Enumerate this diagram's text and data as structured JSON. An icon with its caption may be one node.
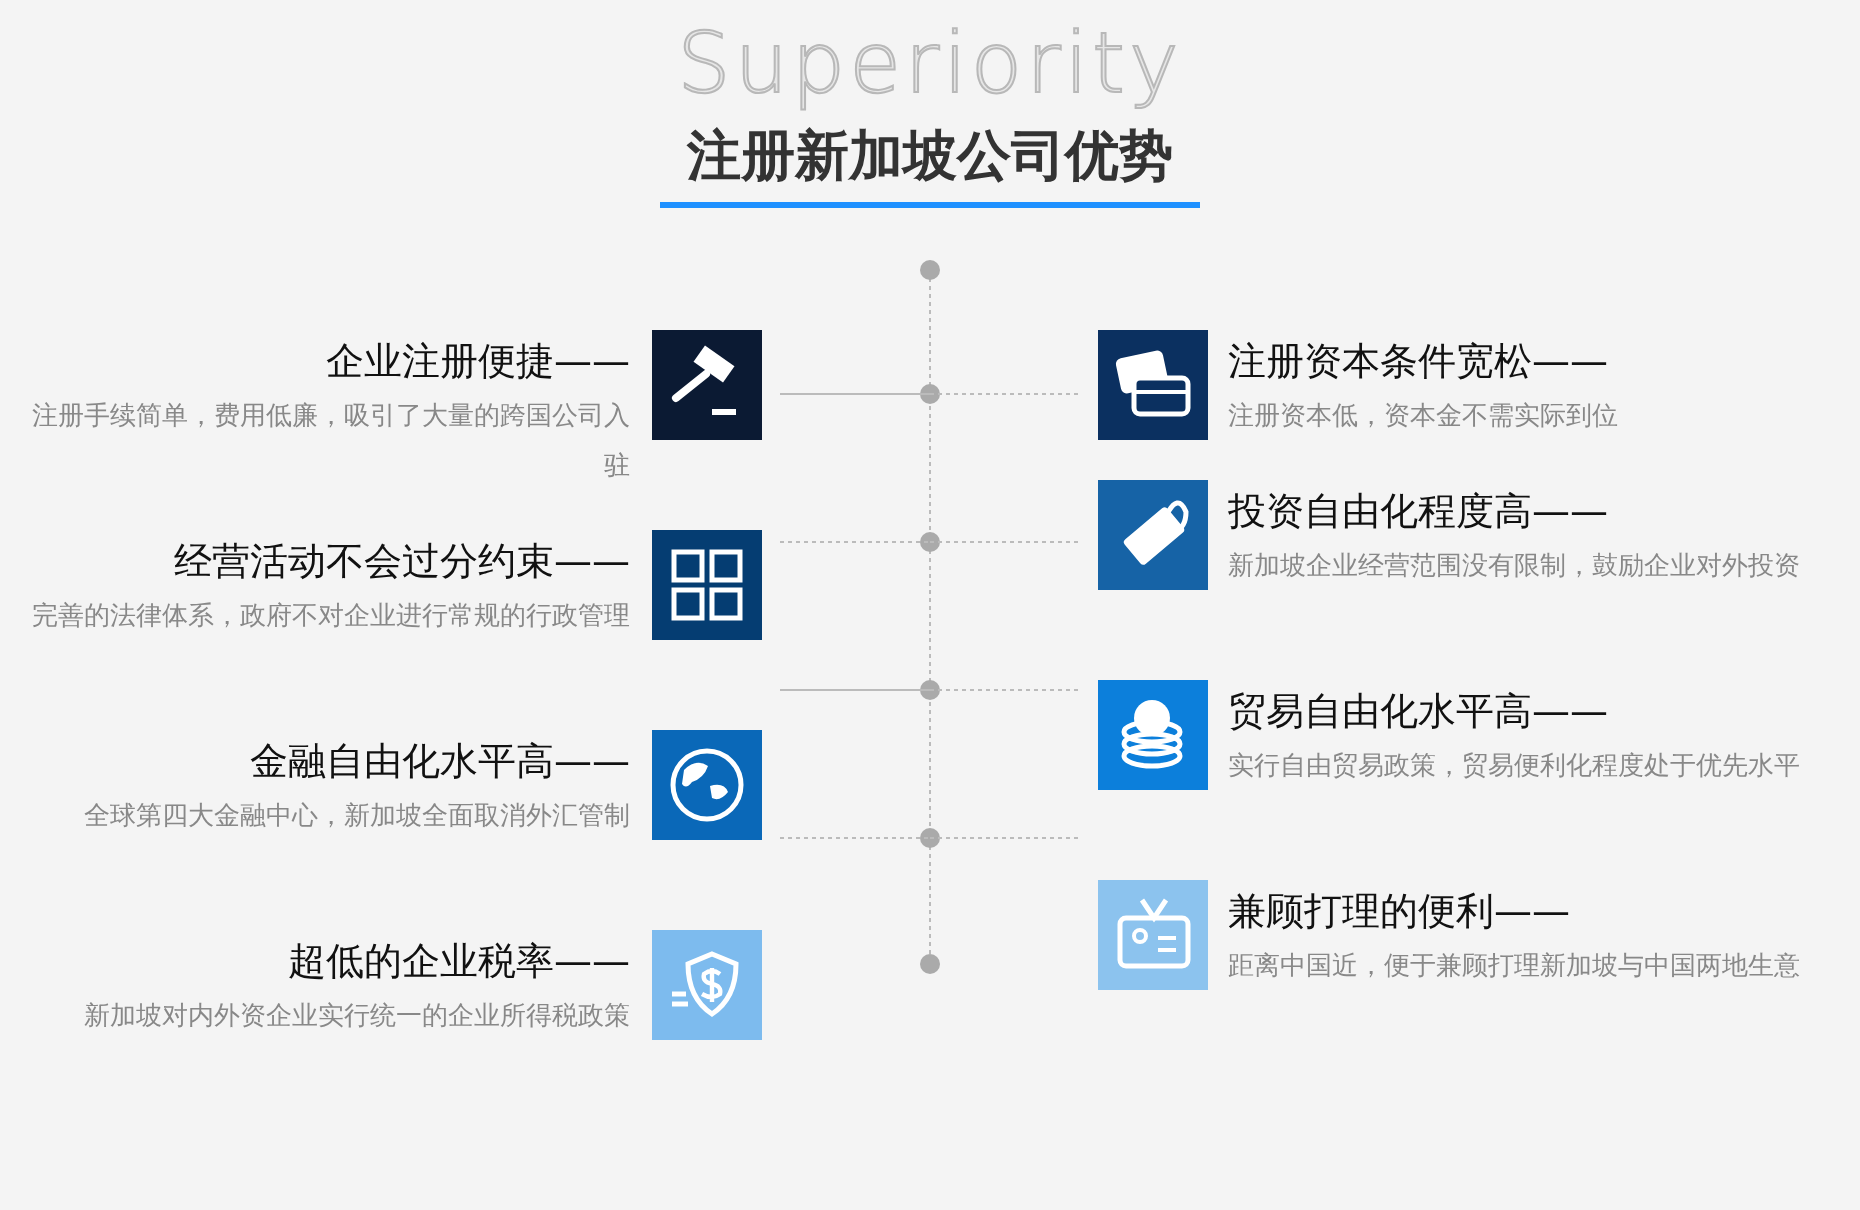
{
  "diagram": {
    "title": "注册新加坡公司优势",
    "nodes": [
      {
        "text": [
          "企业注册便捷——",
          "注册手续简单，费用低廉，吸引了大量的跨国公司入驻"
        ]
      },
      {
        "text": [
          "经营活动不会过分约束——",
          "完善的法律体系，政府不对企业进行常规的行政管理"
        ]
      },
      {
        "text": [
          "金融自由化水平高——",
          "全球第四大金融中心，新加坡全面取消外汇管制"
        ]
      },
      {
        "text": [
          "超低的企业税率——",
          "新加坡对内外资企业实行统一的企业所得税政策"
        ]
      },
      {
        "text": [
          "注册资本条件宽松——",
          "注册资本低，资本金不需实际到位"
        ]
      },
      {
        "text": [
          "投资自由化程度高——",
          "新加坡企业经营范围没有限制，鼓励企业对外投资"
        ]
      },
      {
        "text": [
          "贸易自由化水平高——",
          "实行自由贸易政策，贸易便利化程度处于优先水平"
        ]
      },
      {
        "text": [
          "兼顾打理的便利——",
          "距离中国近，便于兼顾打理新加坡与中国两地生意"
        ]
      }
    ],
    "labels": [
      "Superiority"
    ]
  }
}
